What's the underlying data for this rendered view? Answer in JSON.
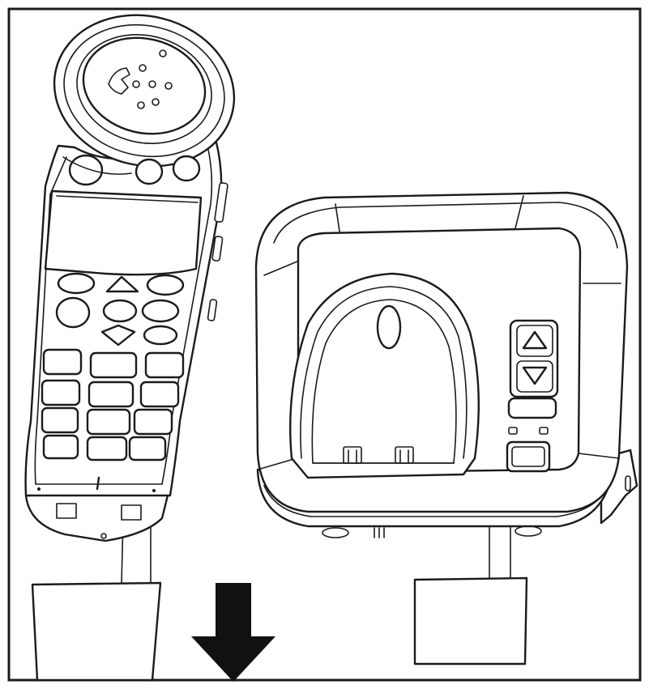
{
  "figure": {
    "kind": "line-art illustration",
    "subjects": [
      "cordless-phone-handset",
      "phone-base-station",
      "downward-arrow"
    ],
    "colors": {
      "line": "#1b1b1b",
      "background": "#ffffff",
      "arrow": "#111111"
    },
    "handset": {
      "icons": [
        "speaker-grille-icon",
        "up-arrow-icon",
        "down-arrow-icon"
      ],
      "keypad_rows": 4,
      "keypad_columns": 3
    },
    "base": {
      "icons": [
        "volume-up-icon",
        "volume-down-icon"
      ]
    }
  }
}
